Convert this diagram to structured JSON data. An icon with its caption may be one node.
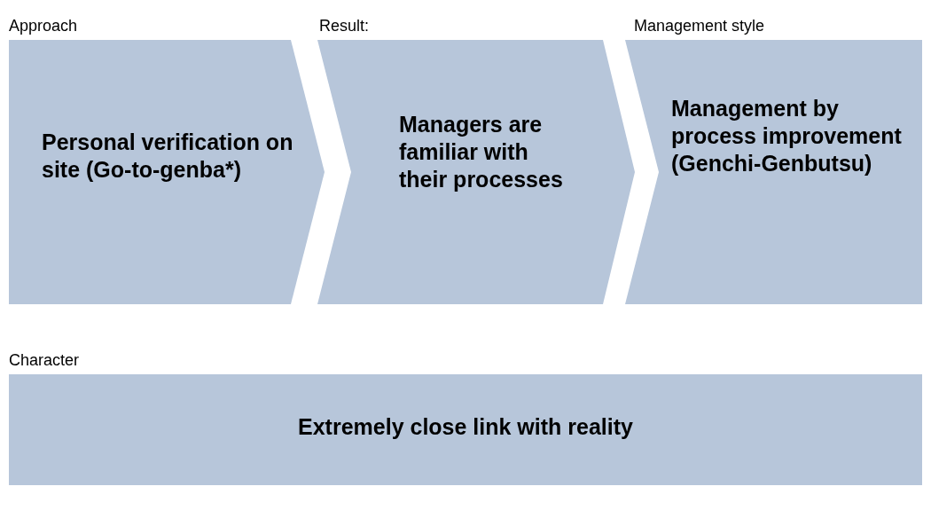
{
  "diagram": {
    "nodes": [
      {
        "text": [
          "Approach",
          "Personal verification on site (Go-to-genba*)"
        ]
      },
      {
        "text": [
          "Result:",
          "Managers are familiar with their processes"
        ]
      },
      {
        "text": [
          "Management style",
          "Management by process improvement (Genchi-Genbutsu)"
        ]
      },
      {
        "text": [
          "Character",
          "Extremely close link with reality"
        ]
      }
    ]
  }
}
